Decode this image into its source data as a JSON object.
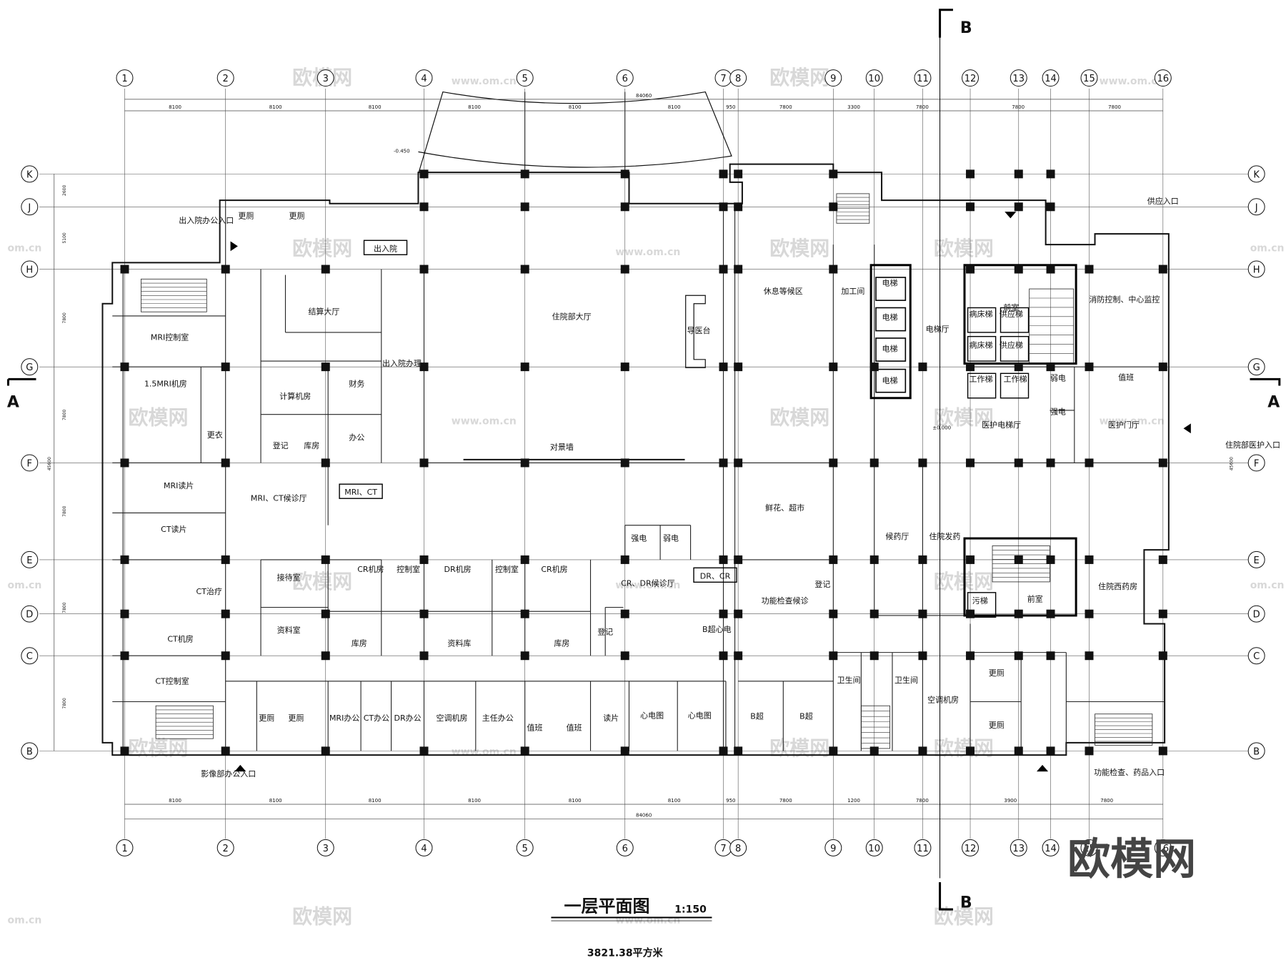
{
  "title": "一层平面图",
  "scale": "1:150",
  "area": "3821.38平方米",
  "section_marks": {
    "a_left": "A",
    "a_right": "A",
    "b_top": "B",
    "b_bottom": "B"
  },
  "elevation_labels": [
    "-0.450",
    "±0.000"
  ],
  "axes_columns": [
    "1",
    "2",
    "3",
    "4",
    "5",
    "6",
    "7",
    "8",
    "9",
    "10",
    "11",
    "12",
    "13",
    "14",
    "15",
    "16"
  ],
  "axes_rows": [
    "K",
    "J",
    "H",
    "G",
    "F",
    "E",
    "D",
    "C",
    "B"
  ],
  "dimensions_top": [
    "8100",
    "8100",
    "8100",
    "8100",
    "8100",
    "8100",
    "950",
    "7800",
    "3300",
    "7800",
    "7800",
    "7800"
  ],
  "dimension_total": "84060",
  "dimensions_bottom": [
    "8100",
    "8100",
    "8100",
    "8100",
    "8100",
    "8100",
    "950",
    "7800",
    "1200",
    "7800",
    "3900",
    "7800"
  ],
  "dimensions_left": [
    "2600",
    "5100",
    "7800",
    "7800",
    "7800",
    "7800",
    "7800",
    "7800"
  ],
  "dimension_left_total": "45600",
  "rooms": [
    "更厕",
    "更厕",
    "出入院",
    "结算大厅",
    "MRI控制室",
    "1.5MRI机房",
    "更衣",
    "计算机房",
    "财务",
    "登记",
    "库房",
    "办公",
    "出入院办理",
    "住院部大厅",
    "导医台",
    "对景墙",
    "MRI读片",
    "CT读片",
    "MRI、CT候诊厅",
    "MRI、CT",
    "接待室",
    "资料室",
    "CT治疗",
    "CT机房",
    "CR机房",
    "控制室",
    "DR机房",
    "控制室",
    "CR机房",
    "库房",
    "资料库",
    "库房",
    "登记",
    "CR、DR候诊厅",
    "强电",
    "弱电",
    "DR、CR",
    "B超心电",
    "CT控制室",
    "更厕",
    "更厕",
    "MRI办公",
    "CT办公",
    "DR办公",
    "空调机房",
    "主任办公",
    "值班",
    "值班",
    "读片",
    "心电图",
    "心电图",
    "B超",
    "B超",
    "休息等候区",
    "加工间",
    "电梯",
    "电梯",
    "电梯",
    "电梯",
    "电梯厅",
    "鲜花、超市",
    "功能检查候诊",
    "登记",
    "候药厅",
    "住院发药",
    "卫生间",
    "卫生间",
    "空调机房",
    "更厕",
    "更厕",
    "前室",
    "消防控制、中心监控",
    "病床梯",
    "病床梯",
    "供应梯",
    "供应梯",
    "工作梯",
    "工作梯",
    "弱电",
    "强电",
    "值班",
    "医护电梯厅",
    "医护门厅",
    "污梯",
    "前室",
    "住院西药房"
  ],
  "entrances": [
    "出入院办公入口",
    "住院部医护入口",
    "影像部办公入口",
    "功能检查、药品入口",
    "供应入口"
  ],
  "watermarks": [
    "欧模网",
    "www.om.cn",
    "om.cn"
  ],
  "brand": "欧模网"
}
